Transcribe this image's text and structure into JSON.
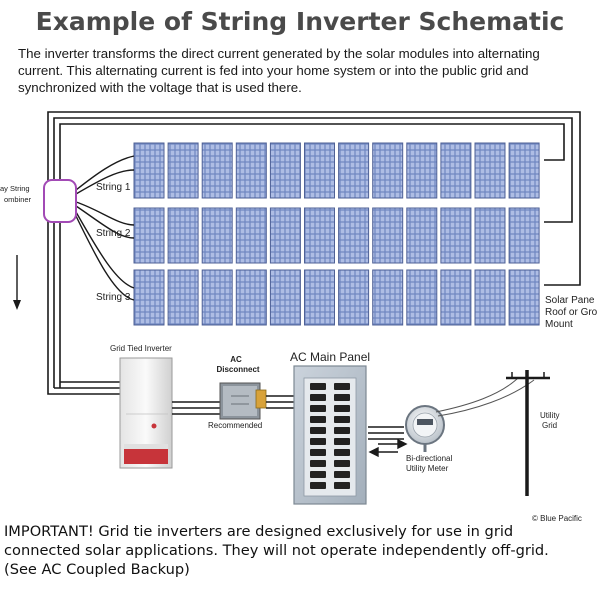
{
  "title": "Example of String Inverter Schematic",
  "intro": [
    "The inverter transforms the direct current generated by the solar modules into alternating",
    "current. This alternating current is fed into your home system or into the public grid and",
    "synchronized with the voltage that is used there."
  ],
  "labels": {
    "combiner_line1": "ay String",
    "combiner_line2": "ombiner",
    "string1": "String 1",
    "string2": "String 2",
    "string3": "String 3",
    "solar_line1": "Solar Pane",
    "solar_line2": "Roof or Gro",
    "solar_line3": "Mount",
    "inverter": "Grid Tied Inverter",
    "ac_disconnect_line1": "AC",
    "ac_disconnect_line2": "Disconnect",
    "recommended": "Recommended",
    "ac_main_panel": "AC Main Panel",
    "meter_line1": "Bi-directional",
    "meter_line2": "Utility Meter",
    "utility_line1": "Utility",
    "utility_line2": "Grid",
    "copyright": "© Blue Pacific"
  },
  "important": [
    "IMPORTANT! Grid tie inverters are designed exclusively for use in grid",
    "connected solar applications. They will not operate independently off-grid.",
    "(See AC Coupled Backup)"
  ],
  "solar_array": {
    "rows": 3,
    "panels_per_row": 12
  },
  "colors": {
    "panel": "#6f86c0",
    "panel_cell": "#aebde4",
    "wire": "#1a1a1a",
    "combiner": "#a24ab5",
    "panel_box": "#b8c2cd",
    "breaker": "#222222"
  }
}
